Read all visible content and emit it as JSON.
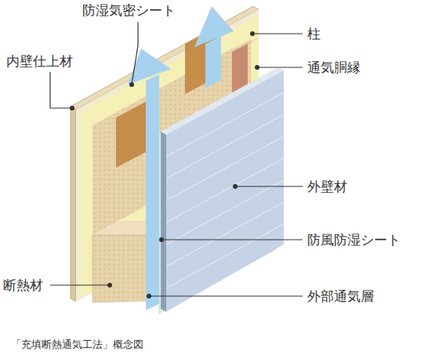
{
  "diagram": {
    "caption": "「充填断熱通気工法」概念図",
    "labels": [
      "防湿気密シート",
      "柱",
      "内壁仕上材",
      "通気胴縁",
      "外壁材",
      "防風防湿シート",
      "断熱材",
      "外部通気層"
    ]
  }
}
